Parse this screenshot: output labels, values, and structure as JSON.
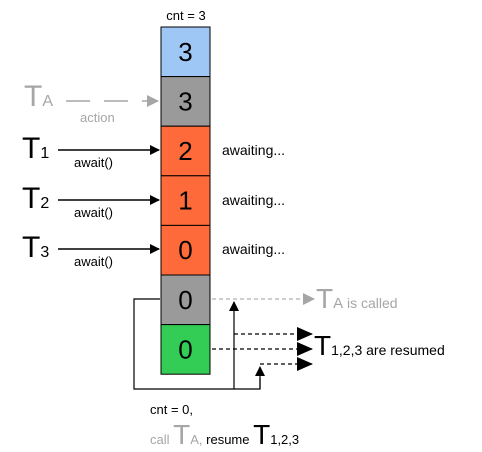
{
  "colors": {
    "blue": "#9fc7f6",
    "gray": "#9a9a9a",
    "orange": "#ff6a3b",
    "green": "#33cc55",
    "black": "#000000",
    "muted": "#a6a6a6",
    "dashed": "#b0b0b0"
  },
  "diagram": {
    "top_label": "cnt = 3",
    "cells": [
      {
        "value": "3",
        "color": "blue"
      },
      {
        "value": "3",
        "color": "gray"
      },
      {
        "value": "2",
        "color": "orange"
      },
      {
        "value": "1",
        "color": "orange"
      },
      {
        "value": "0",
        "color": "orange"
      },
      {
        "value": "0",
        "color": "gray"
      },
      {
        "value": "0",
        "color": "green"
      }
    ],
    "ta": {
      "big": "T",
      "sub": "A",
      "arrow_label": "action"
    },
    "threads": [
      {
        "big": "T",
        "sub": "1",
        "arrow_label": "await()",
        "status": "awaiting..."
      },
      {
        "big": "T",
        "sub": "2",
        "arrow_label": "await()",
        "status": "awaiting..."
      },
      {
        "big": "T",
        "sub": "3",
        "arrow_label": "await()",
        "status": "awaiting..."
      }
    ],
    "ta_called": {
      "big": "T",
      "sub": "A",
      "rest": " is called"
    },
    "resumed": {
      "big": "T",
      "sub": "1,2,3",
      "rest": " are resumed"
    },
    "bottom": {
      "line1": "cnt = 0,",
      "call_word": "call ",
      "ta_big": "T",
      "ta_sub": "A,",
      "resume_word": " resume ",
      "t_big": "T",
      "t_sub": "1,2,3"
    }
  }
}
